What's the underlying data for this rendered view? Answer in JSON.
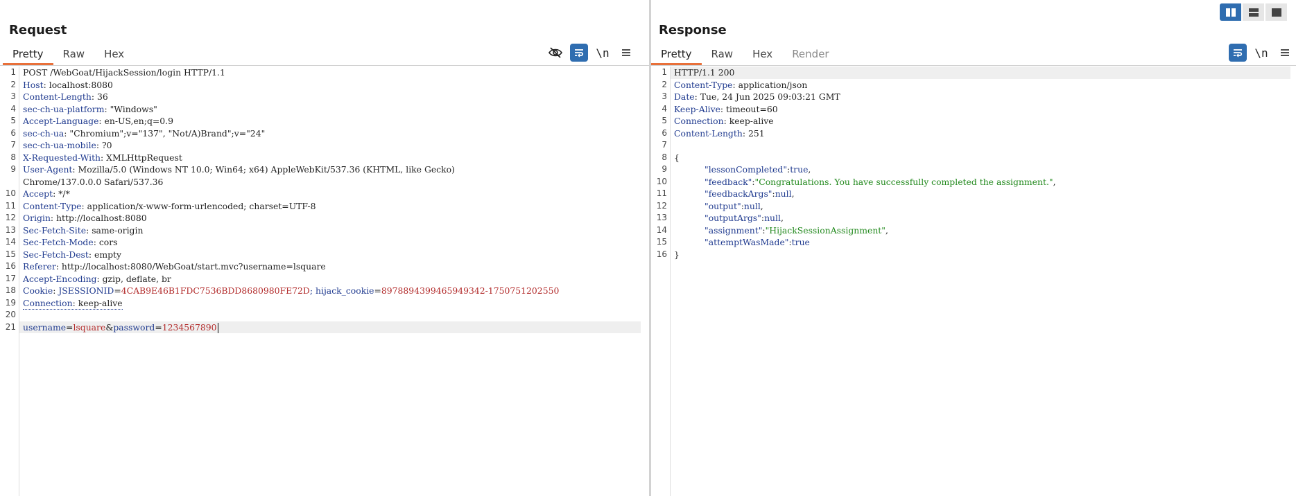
{
  "layout_toggle": {
    "options": [
      "split-vertical",
      "split-horizontal",
      "single-pane"
    ],
    "selected": "split-vertical"
  },
  "request": {
    "title": "Request",
    "tabs": [
      "Pretty",
      "Raw",
      "Hex"
    ],
    "active_tab": "Pretty",
    "toolbar_icons": [
      "hide-eye-icon",
      "wrap-lines-icon",
      "newline-toggle-icon",
      "menu-icon"
    ],
    "newline_label": "\\n",
    "line_numbers": [
      "1",
      "2",
      "3",
      "4",
      "5",
      "6",
      "7",
      "8",
      "9",
      "10",
      "11",
      "12",
      "13",
      "14",
      "15",
      "16",
      "17",
      "18",
      "19",
      "20",
      "21"
    ],
    "request_line": "POST /WebGoat/HijackSession/login HTTP/1.1",
    "headers": [
      {
        "name": "Host",
        "value": "localhost:8080"
      },
      {
        "name": "Content-Length",
        "value": "36"
      },
      {
        "name": "sec-ch-ua-platform",
        "value": "\"Windows\""
      },
      {
        "name": "Accept-Language",
        "value": "en-US,en;q=0.9"
      },
      {
        "name": "sec-ch-ua",
        "value": "\"Chromium\";v=\"137\", \"Not/A)Brand\";v=\"24\""
      },
      {
        "name": "sec-ch-ua-mobile",
        "value": "?0"
      },
      {
        "name": "X-Requested-With",
        "value": "XMLHttpRequest"
      },
      {
        "name": "User-Agent",
        "value": "Mozilla/5.0 (Windows NT 10.0; Win64; x64) AppleWebKit/537.36 (KHTML, like Gecko)",
        "value_cont": "Chrome/137.0.0.0 Safari/537.36"
      },
      {
        "name": "Accept",
        "value": "*/*"
      },
      {
        "name": "Content-Type",
        "value": "application/x-www-form-urlencoded; charset=UTF-8"
      },
      {
        "name": "Origin",
        "value": "http://localhost:8080"
      },
      {
        "name": "Sec-Fetch-Site",
        "value": "same-origin"
      },
      {
        "name": "Sec-Fetch-Mode",
        "value": "cors"
      },
      {
        "name": "Sec-Fetch-Dest",
        "value": "empty"
      },
      {
        "name": "Referer",
        "value": "http://localhost:8080/WebGoat/start.mvc?username=lsquare"
      },
      {
        "name": "Accept-Encoding",
        "value": "gzip, deflate, br"
      }
    ],
    "cookie": {
      "name": "Cookie",
      "c1_name": "JSESSIONID",
      "c1_value": "4CAB9E46B1FDC7536BDD8680980FE72D",
      "sep": ";",
      "c2_name": "hijack_cookie",
      "c2_value": "8978894399465949342-1750751202550"
    },
    "connection": {
      "name": "Connection",
      "value": "keep-alive"
    },
    "body": {
      "p1_name": "username",
      "p1_value": "lsquare",
      "p2_name": "password",
      "p2_value": "1234567890"
    }
  },
  "response": {
    "title": "Response",
    "tabs": [
      "Pretty",
      "Raw",
      "Hex",
      "Render"
    ],
    "active_tab": "Pretty",
    "toolbar_icons": [
      "wrap-lines-icon",
      "newline-toggle-icon",
      "menu-icon"
    ],
    "newline_label": "\\n",
    "line_numbers": [
      "1",
      "2",
      "3",
      "4",
      "5",
      "6",
      "7",
      "8",
      "9",
      "10",
      "11",
      "12",
      "13",
      "14",
      "15",
      "16"
    ],
    "status_line": "HTTP/1.1 200",
    "headers": [
      {
        "name": "Content-Type",
        "value": "application/json"
      },
      {
        "name": "Date",
        "value": "Tue, 24 Jun 2025 09:03:21 GMT"
      },
      {
        "name": "Keep-Alive",
        "value": "timeout=60"
      },
      {
        "name": "Connection",
        "value": "keep-alive"
      },
      {
        "name": "Content-Length",
        "value": "251"
      }
    ],
    "json_open": "{",
    "json_close": "}",
    "json_lines": [
      {
        "key": "\"lessonCompleted\"",
        "value": "true",
        "type": "literal",
        "comma": ","
      },
      {
        "key": "\"feedback\"",
        "value": "\"Congratulations. You have successfully completed the assignment.\"",
        "type": "string",
        "comma": ","
      },
      {
        "key": "\"feedbackArgs\"",
        "value": "null",
        "type": "literal",
        "comma": ","
      },
      {
        "key": "\"output\"",
        "value": "null",
        "type": "literal",
        "comma": ","
      },
      {
        "key": "\"outputArgs\"",
        "value": "null",
        "type": "literal",
        "comma": ","
      },
      {
        "key": "\"assignment\"",
        "value": "\"HijackSessionAssignment\"",
        "type": "string",
        "comma": ","
      },
      {
        "key": "\"attemptWasMade\"",
        "value": "true",
        "type": "literal",
        "comma": ""
      }
    ]
  }
}
